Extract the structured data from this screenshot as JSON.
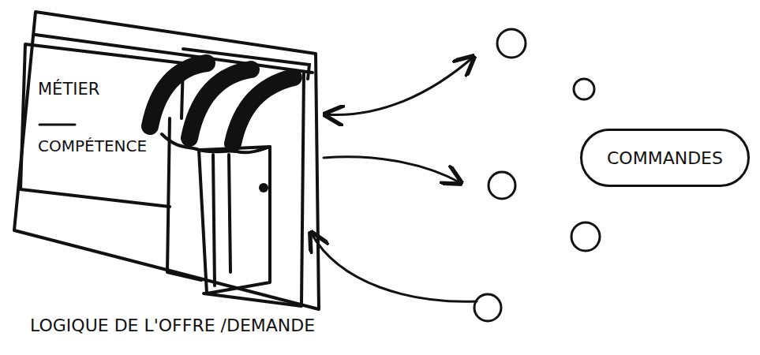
{
  "diagram": {
    "caption": "LOGIQUE DE L'OFFRE /DEMANDE",
    "nodes": [
      {
        "text": [
          "MÉTIER",
          "COMPÉTENCE"
        ]
      },
      {
        "text": [
          "COMMANDES"
        ]
      }
    ]
  }
}
